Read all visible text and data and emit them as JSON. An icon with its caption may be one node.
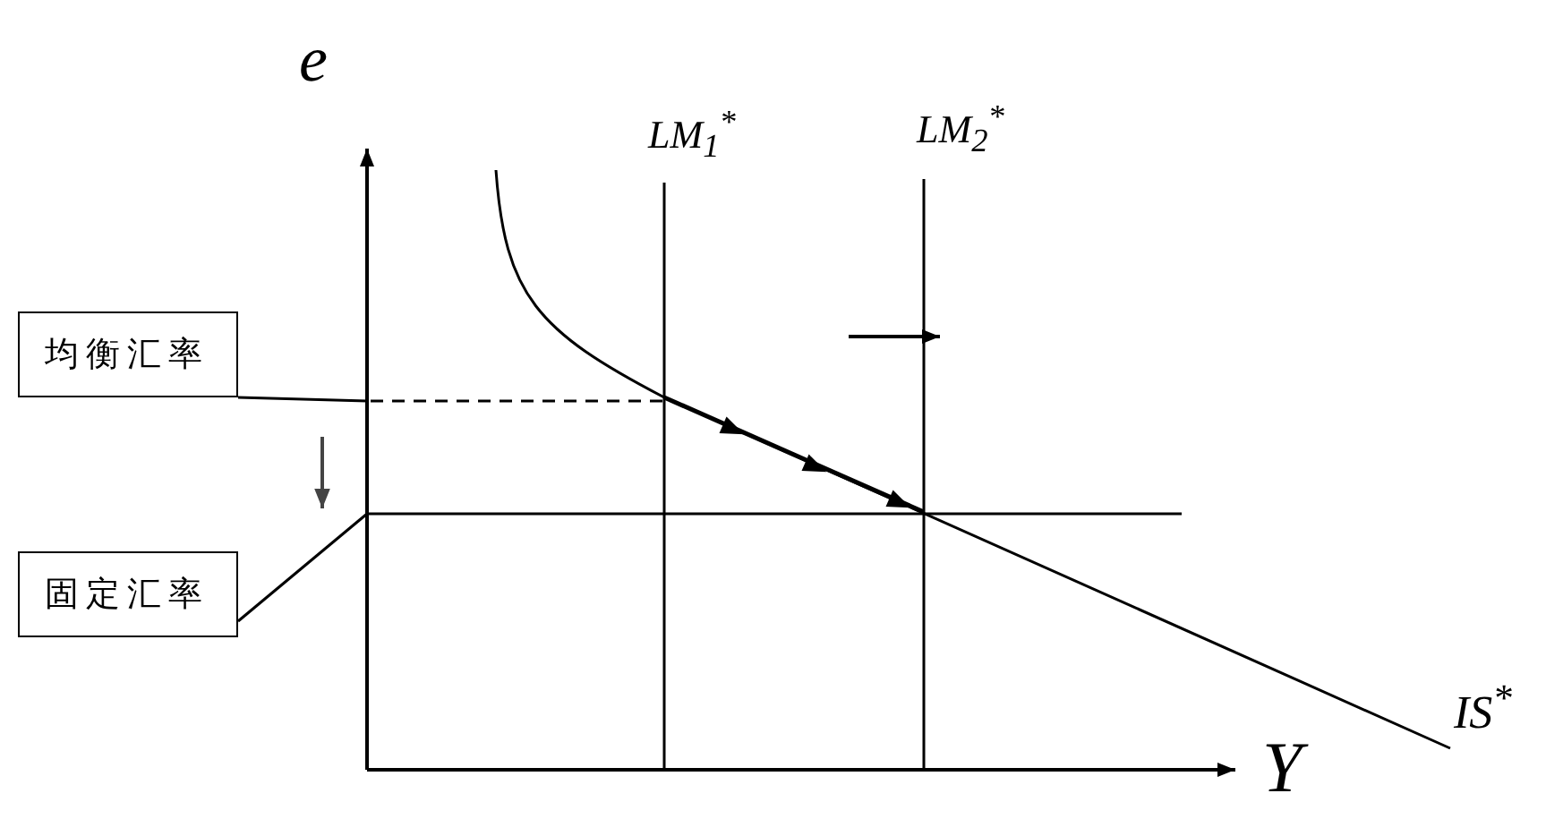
{
  "diagram": {
    "nodes": [
      {
        "text": [
          "均衡汇率"
        ]
      },
      {
        "text": [
          "固定汇率"
        ]
      }
    ],
    "edges": [
      {
        "from": 0,
        "to": null,
        "arrow": "none"
      },
      {
        "from": 1,
        "to": null,
        "arrow": "none"
      }
    ],
    "labels": [
      "e",
      "LM$_{1}$$^{*}$",
      "LM$_{2}$$^{*}$",
      "IS$^{*}$",
      "Y"
    ]
  }
}
